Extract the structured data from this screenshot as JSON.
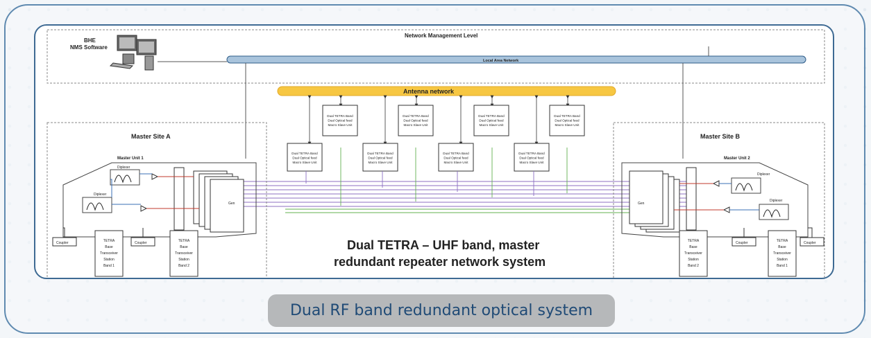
{
  "diagram": {
    "nms_label_line1": "BHE",
    "nms_label_line2": "NMS Software",
    "network_level_title": "Network Management Level",
    "lan_label": "Local Area Network",
    "antenna_label": "Antenna network",
    "site_a_title": "Master Site A",
    "site_b_title": "Master Site B",
    "master_unit_1": "Master Unit 1",
    "master_unit_2": "Master Unit 2",
    "diplexer_label": "Diplexer",
    "gen_label": "Gen",
    "coupler_label": "Coupler",
    "slave_unit_lines": [
      "Dual TETRA Band",
      "Dual Optical feed",
      "Macro Slave Unit"
    ],
    "bts_1_lines": [
      "TETRA",
      "Base",
      "Transceiver",
      "Station",
      "Band 1"
    ],
    "bts_2_lines": [
      "TETRA",
      "Base",
      "Transceiver",
      "Station",
      "Band 2"
    ],
    "center_title_line1": "Dual TETRA – UHF band, master",
    "center_title_line2": "redundant repeater network system"
  },
  "caption": "Dual RF band redundant optical system",
  "colors": {
    "frame_border": "#3e6a93",
    "outer_border": "#5f8ab0",
    "caption_bg": "#b6b8ba",
    "caption_text": "#1f4a76",
    "lan_bar": "#a9c4dc",
    "antenna_bar": "#f7c742",
    "fiber_purple": "#8c6fc2",
    "fiber_green": "#63b04f",
    "rf_red": "#c0392b",
    "rf_blue": "#3a6fb5"
  }
}
